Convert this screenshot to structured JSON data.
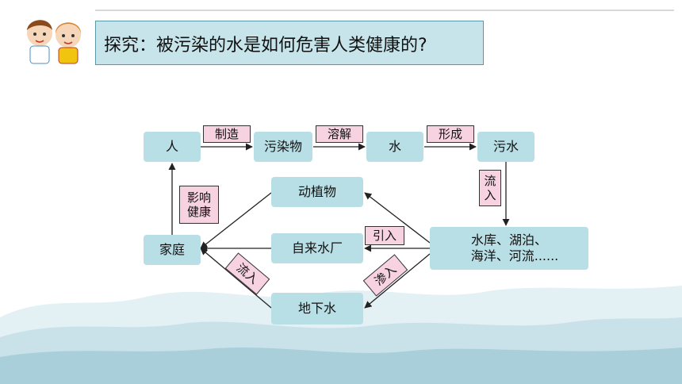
{
  "title": "探究：被污染的水是如何危害人类健康的?",
  "nodes": {
    "person": "人",
    "pollutant": "污染物",
    "water": "水",
    "sewage": "污水",
    "plants_animals": "动植物",
    "waterworks": "自来水厂",
    "groundwater": "地下水",
    "home": "家庭",
    "water_bodies_line1": "水库、湖泊、",
    "water_bodies_line2": "海洋、河流......"
  },
  "labels": {
    "make": "制造",
    "dissolve": "溶解",
    "form": "形成",
    "flow_in_top_1": "流",
    "flow_in_top_2": "入",
    "affect_1": "影响",
    "affect_2": "健康",
    "draw_in": "引入",
    "seep_in": "渗入",
    "flow_in_bottom": "流入"
  },
  "colors": {
    "node_fill": "#b9dfe6",
    "tag_fill": "#f7d3e1",
    "title_fill": "#c6e4ea"
  }
}
